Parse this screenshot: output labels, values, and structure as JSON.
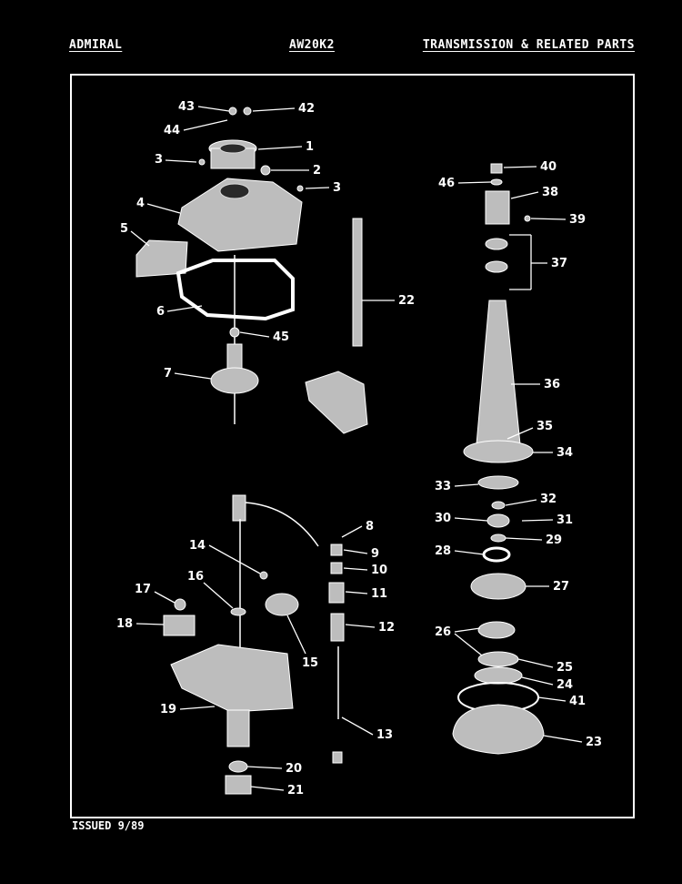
{
  "header": {
    "brand": "ADMIRAL",
    "model": "AW20K2",
    "section": "TRANSMISSION & RELATED PARTS"
  },
  "footer": {
    "issued": "ISSUED 9/89"
  },
  "callouts": {
    "c1": "1",
    "c2": "2",
    "c3a": "3",
    "c3b": "3",
    "c4": "4",
    "c5": "5",
    "c6": "6",
    "c7": "7",
    "c8": "8",
    "c9": "9",
    "c10": "10",
    "c11": "11",
    "c12": "12",
    "c13": "13",
    "c14": "14",
    "c15": "15",
    "c16": "16",
    "c17": "17",
    "c18": "18",
    "c19": "19",
    "c20": "20",
    "c21": "21",
    "c22": "22",
    "c23": "23",
    "c24": "24",
    "c25": "25",
    "c26": "26",
    "c27": "27",
    "c28": "28",
    "c29": "29",
    "c30": "30",
    "c31": "31",
    "c32": "32",
    "c33": "33",
    "c34": "34",
    "c35": "35",
    "c36": "36",
    "c37": "37",
    "c38": "38",
    "c39": "39",
    "c40": "40",
    "c41": "41",
    "c42": "42",
    "c43": "43",
    "c44": "44",
    "c45": "45",
    "c46": "46"
  }
}
